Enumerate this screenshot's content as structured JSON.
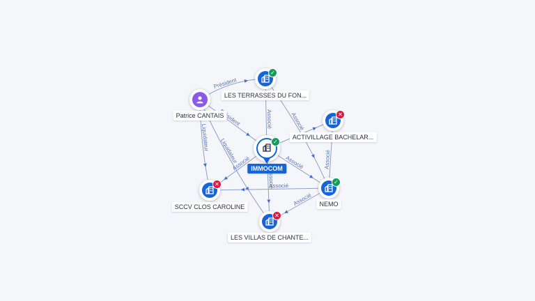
{
  "graph": {
    "accent_color": "#1565d8",
    "person_color": "#8a5ce6",
    "status_ok_color": "#179a5b",
    "status_ko_color": "#d71b45",
    "nodes": [
      {
        "id": "immocom",
        "label": "IMMOCOM",
        "kind": "company",
        "status": "ok",
        "center": true,
        "icon": "building-icon"
      },
      {
        "id": "terrasses",
        "label": "LES TERRASSES DU FON...",
        "kind": "company",
        "status": "ok",
        "icon": "building-icon"
      },
      {
        "id": "patrice",
        "label": "Patrice CANTAIS",
        "kind": "person",
        "status": "",
        "icon": "person-icon"
      },
      {
        "id": "activillage",
        "label": "ACTIVILLAGE BACHELAR...",
        "kind": "company",
        "status": "ko",
        "icon": "building-icon"
      },
      {
        "id": "sccv",
        "label": "SCCV CLOS CAROLINE",
        "kind": "company",
        "status": "ko",
        "icon": "building-icon"
      },
      {
        "id": "nemo",
        "label": "NEMO",
        "kind": "company",
        "status": "ok",
        "icon": "building-icon"
      },
      {
        "id": "villas",
        "label": "LES VILLAS DE CHANTE...",
        "kind": "company",
        "status": "ko",
        "icon": "building-icon"
      }
    ],
    "edges": [
      {
        "from": "patrice",
        "to": "terrasses",
        "label": "Président"
      },
      {
        "from": "patrice",
        "to": "immocom",
        "label": "Président"
      },
      {
        "from": "patrice",
        "to": "sccv",
        "label": "Liquidateur"
      },
      {
        "from": "patrice",
        "to": "villas",
        "label": "Liquidateur"
      },
      {
        "from": "immocom",
        "to": "terrasses",
        "label": "Associé"
      },
      {
        "from": "immocom",
        "to": "activillage",
        "label": ""
      },
      {
        "from": "immocom",
        "to": "sccv",
        "label": "Associé"
      },
      {
        "from": "immocom",
        "to": "nemo",
        "label": "Associé"
      },
      {
        "from": "immocom",
        "to": "villas",
        "label": "Associé"
      },
      {
        "from": "terrasses",
        "to": "nemo",
        "label": "Associé"
      },
      {
        "from": "nemo",
        "to": "activillage",
        "label": "Associé"
      },
      {
        "from": "nemo",
        "to": "sccv",
        "label": "Associé"
      },
      {
        "from": "nemo",
        "to": "villas",
        "label": "Associé"
      }
    ]
  }
}
